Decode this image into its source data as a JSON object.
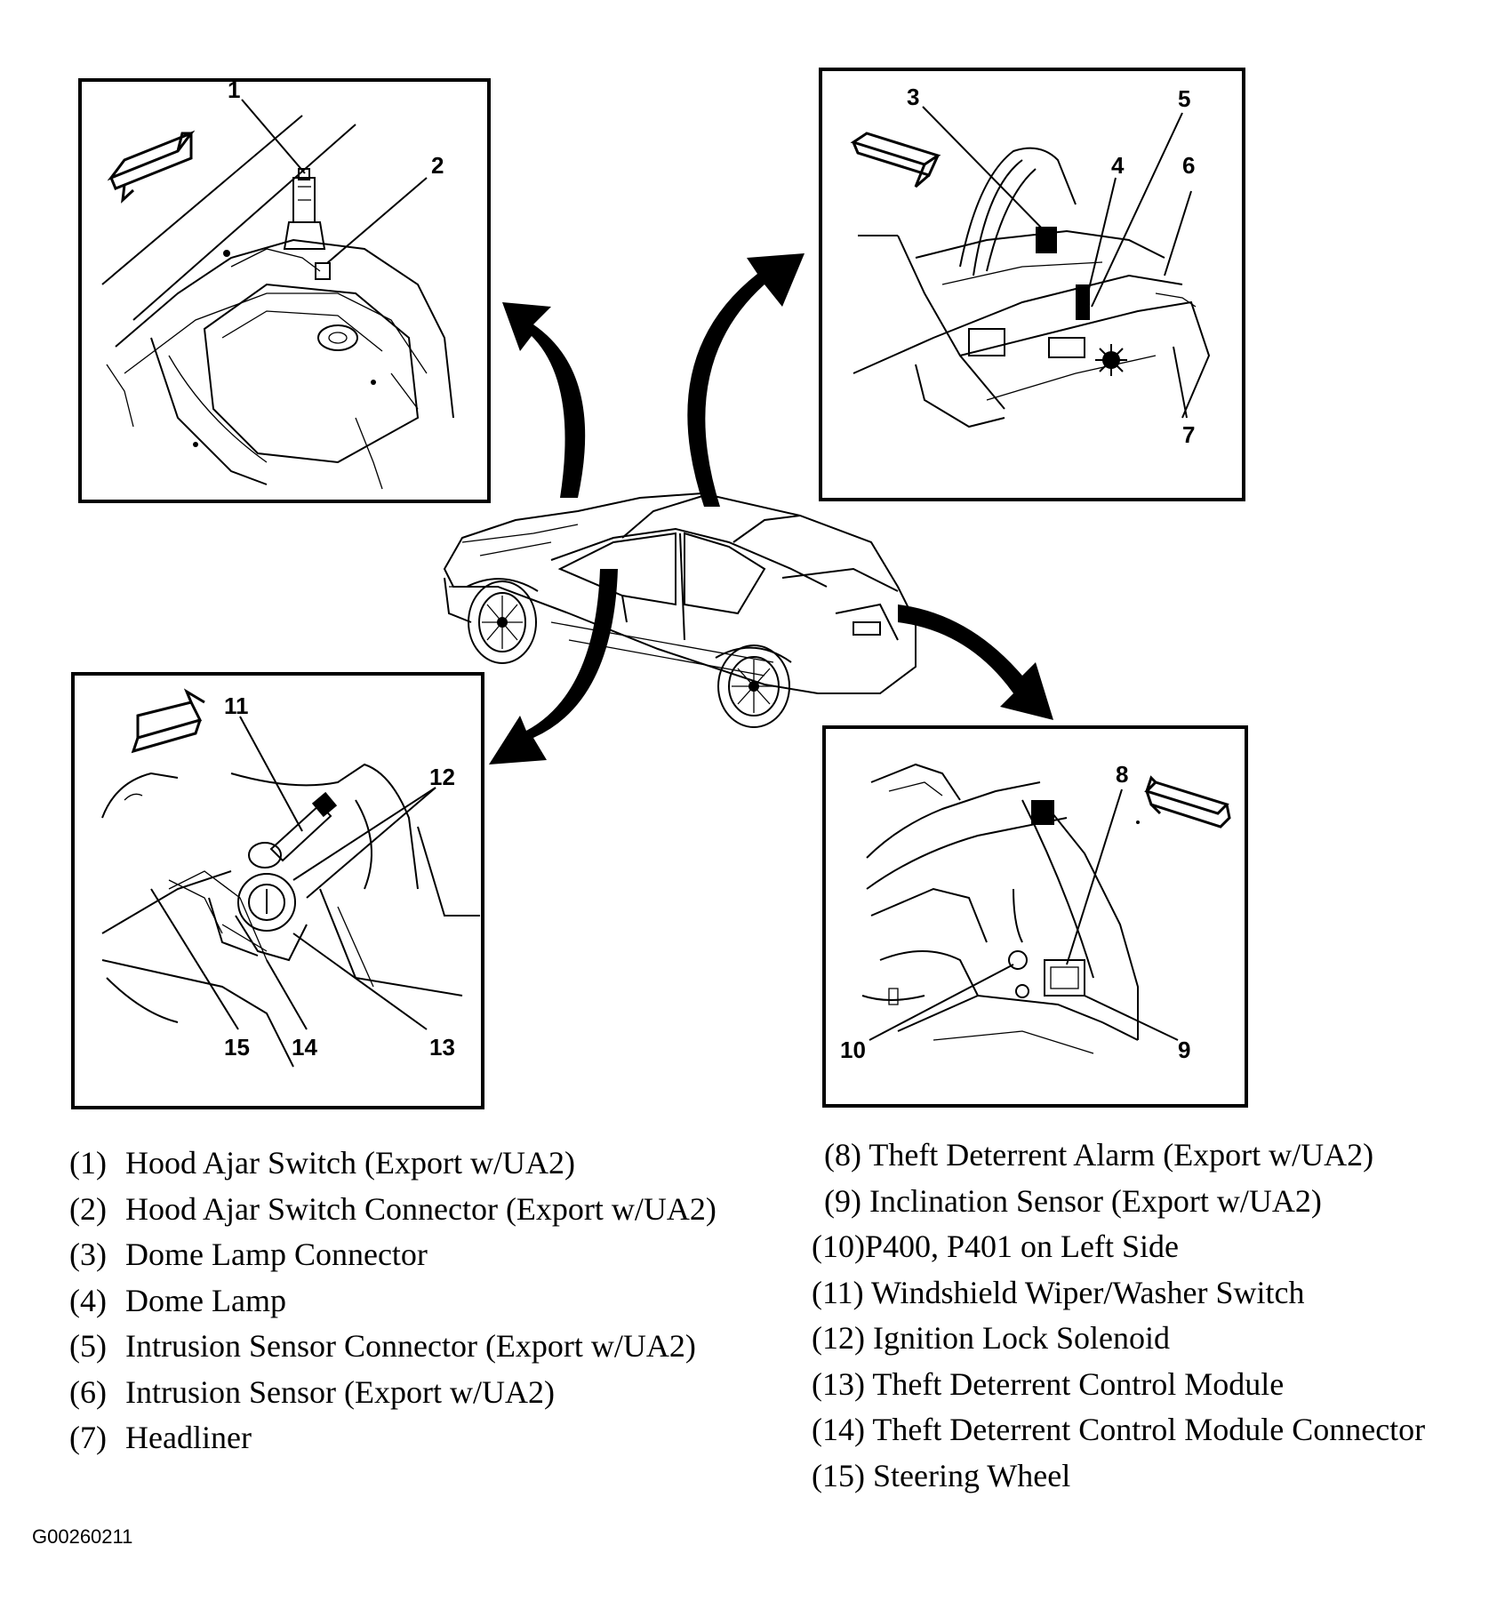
{
  "callouts": {
    "c1": "1",
    "c2": "2",
    "c3": "3",
    "c4": "4",
    "c5": "5",
    "c6": "6",
    "c7": "7",
    "c8": "8",
    "c9": "9",
    "c10": "10",
    "c11": "11",
    "c12": "12",
    "c13": "13",
    "c14": "14",
    "c15": "15"
  },
  "legend_left": [
    {
      "num": "(1)",
      "text": "Hood Ajar Switch (Export w/UA2)"
    },
    {
      "num": "(2)",
      "text": "Hood Ajar Switch Connector (Export w/UA2)"
    },
    {
      "num": "(3)",
      "text": "Dome Lamp Connector"
    },
    {
      "num": "(4)",
      "text": "Dome Lamp"
    },
    {
      "num": "(5)",
      "text": "Intrusion Sensor Connector (Export w/UA2)"
    },
    {
      "num": "(6)",
      "text": "Intrusion Sensor (Export w/UA2)"
    },
    {
      "num": "(7)",
      "text": "Headliner"
    }
  ],
  "legend_right": [
    {
      "num": "(8)",
      "text": "Theft Deterrent Alarm (Export w/UA2)"
    },
    {
      "num": "(9)",
      "text": "Inclination Sensor (Export w/UA2)"
    },
    {
      "num": "(10)",
      "text": "P400, P401 on Left Side"
    },
    {
      "num": "(11)",
      "text": "Windshield Wiper/Washer Switch"
    },
    {
      "num": "(12)",
      "text": "Ignition Lock Solenoid"
    },
    {
      "num": "(13)",
      "text": "Theft Deterrent Control Module"
    },
    {
      "num": "(14)",
      "text": "Theft Deterrent Control Module Connector"
    },
    {
      "num": "(15)",
      "text": "Steering Wheel"
    }
  ],
  "figure_id": "G00260211"
}
